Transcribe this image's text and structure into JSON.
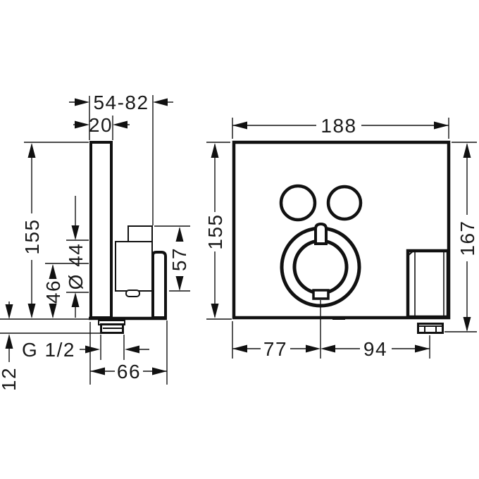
{
  "drawing": {
    "background_color": "#ffffff",
    "line_color": "#111111",
    "side_view": {
      "depth_range": "54-82",
      "plate_thickness": "20",
      "plate_height": "155",
      "body_diameter": "Ø 44",
      "center_height": "46",
      "wall_offset": "12",
      "connection_thread": "G 1/2",
      "protrusion": "66",
      "handle_height": "57"
    },
    "front_view": {
      "plate_width": "188",
      "plate_height": "155",
      "total_height": "167",
      "knob_center_from_left": "77",
      "outlet_from_center": "94"
    }
  }
}
